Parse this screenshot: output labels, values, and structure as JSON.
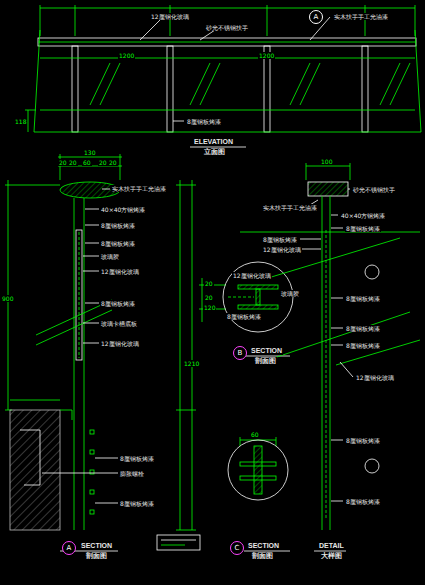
{
  "diagram": {
    "nodes": [
      {
        "text": [
          "A"
        ]
      },
      {
        "text": [
          "B"
        ]
      },
      {
        "text": [
          "A"
        ]
      },
      {
        "text": [
          "C"
        ]
      }
    ],
    "labels": [
      "实木扶手手工光油漆",
      "12厘钢化玻璃",
      "砂光不锈钢扶手",
      "1200",
      "1200",
      "118",
      "8厘钢板烤漆",
      "ELEVATION",
      "立面图",
      "130",
      "20",
      "20",
      "60",
      "20",
      "20",
      "实木扶手手工光油漆",
      "40×40方钢烤漆",
      "8厘钢板烤漆",
      "8厘钢板烤漆",
      "玻璃胶",
      "12厘钢化玻璃",
      "8厘钢板烤漆",
      "玻璃卡槽底板",
      "12厘钢化玻璃",
      "900",
      "8厘钢板烤漆",
      "膨胀螺栓",
      "8厘钢板烤漆",
      "SECTION",
      "剖面图",
      "1210",
      "20",
      "20",
      "120",
      "玻璃胶",
      "12厘钢化玻璃",
      "8厘钢板烤漆",
      "SECTION",
      "剖面图",
      "60",
      "SECTION",
      "剖面图",
      "100",
      "砂光不锈钢扶手",
      "实木扶手手工光油漆",
      "40×40方钢烤漆",
      "8厘钢板烤漆",
      "8厘钢板烤漆",
      "12厘钢化玻璃",
      "8厘钢板烤漆",
      "8厘钢板烤漆",
      "8厘钢板烤漆",
      "12厘钢化玻璃",
      "8厘钢板烤漆",
      "8厘钢板烤漆",
      "DETAIL",
      "大样图"
    ]
  }
}
